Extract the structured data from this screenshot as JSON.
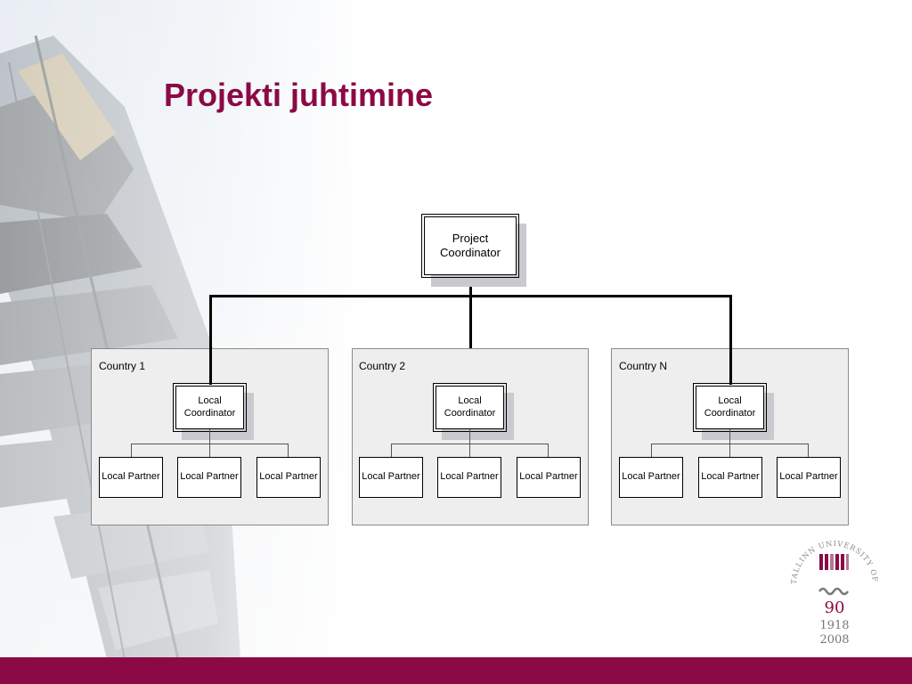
{
  "slide": {
    "title": "Projekti juhtimine",
    "accent_color": "#8b0a45"
  },
  "org_chart": {
    "top": {
      "line1": "Project",
      "line2": "Coordinator"
    },
    "countries": [
      {
        "label": "Country 1",
        "coordinator": {
          "line1": "Local",
          "line2": "Coordinator"
        },
        "partners": [
          "Local Partner",
          "Local Partner",
          "Local Partner"
        ]
      },
      {
        "label": "Country 2",
        "coordinator": {
          "line1": "Local",
          "line2": "Coordinator"
        },
        "partners": [
          "Local Partner",
          "Local Partner",
          "Local Partner"
        ]
      },
      {
        "label": "Country N",
        "coordinator": {
          "line1": "Local",
          "line2": "Coordinator"
        },
        "partners": [
          "Local Partner",
          "Local Partner",
          "Local Partner"
        ]
      }
    ]
  },
  "logo": {
    "ring_text": "TALLINN UNIVERSITY OF TECHNOLOGY",
    "number": "90",
    "year_start": "1918",
    "year_end": "2008"
  }
}
